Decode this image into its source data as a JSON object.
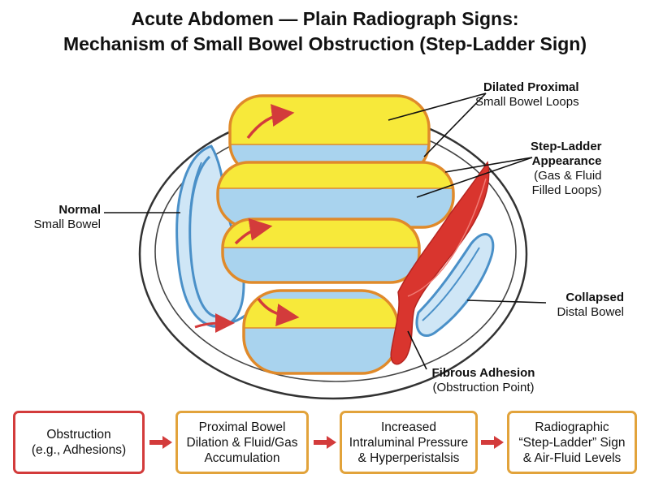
{
  "title": {
    "line1": "Acute Abdomen — Plain Radiograph Signs:",
    "line2": "Mechanism of Small Bowel Obstruction (Step-Ladder Sign)"
  },
  "labels": {
    "dilated": {
      "bold": "Dilated Proximal",
      "normal": "Small Bowel Loops"
    },
    "step_ladder": {
      "bold1": "Step-Ladder",
      "bold2": "Appearance",
      "normal1": "(Gas & Fluid",
      "normal2": "Filled Loops)"
    },
    "normal": {
      "bold": "Normal",
      "normal": "Small Bowel"
    },
    "collapsed": {
      "bold": "Collapsed",
      "normal": "Distal Bowel"
    },
    "adhesion": {
      "bold": "Fibrous Adhesion",
      "normal": "(Obstruction Point)"
    }
  },
  "flow": [
    {
      "line1": "Obstruction",
      "line2": "(e.g., Adhesions)",
      "line3": ""
    },
    {
      "line1": "Proximal Bowel",
      "line2": "Dilation & Fluid/Gas",
      "line3": "Accumulation"
    },
    {
      "line1": "Increased",
      "line2": "Intraluminal Pressure",
      "line3": "& Hyperperistalsis"
    },
    {
      "line1": "Radiographic",
      "line2": "“Step-Ladder” Sign",
      "line3": "& Air-Fluid Levels"
    }
  ],
  "colors": {
    "gas": "#f7e93a",
    "fluid": "#a9d3ee",
    "loop_outline": "#e08a2a",
    "normal_bowel": "#4a90c8",
    "adhesion": "#d9352e",
    "arrow": "#d33b3b",
    "flow_border_first": "#d33b3b",
    "flow_border": "#e2a33b"
  }
}
